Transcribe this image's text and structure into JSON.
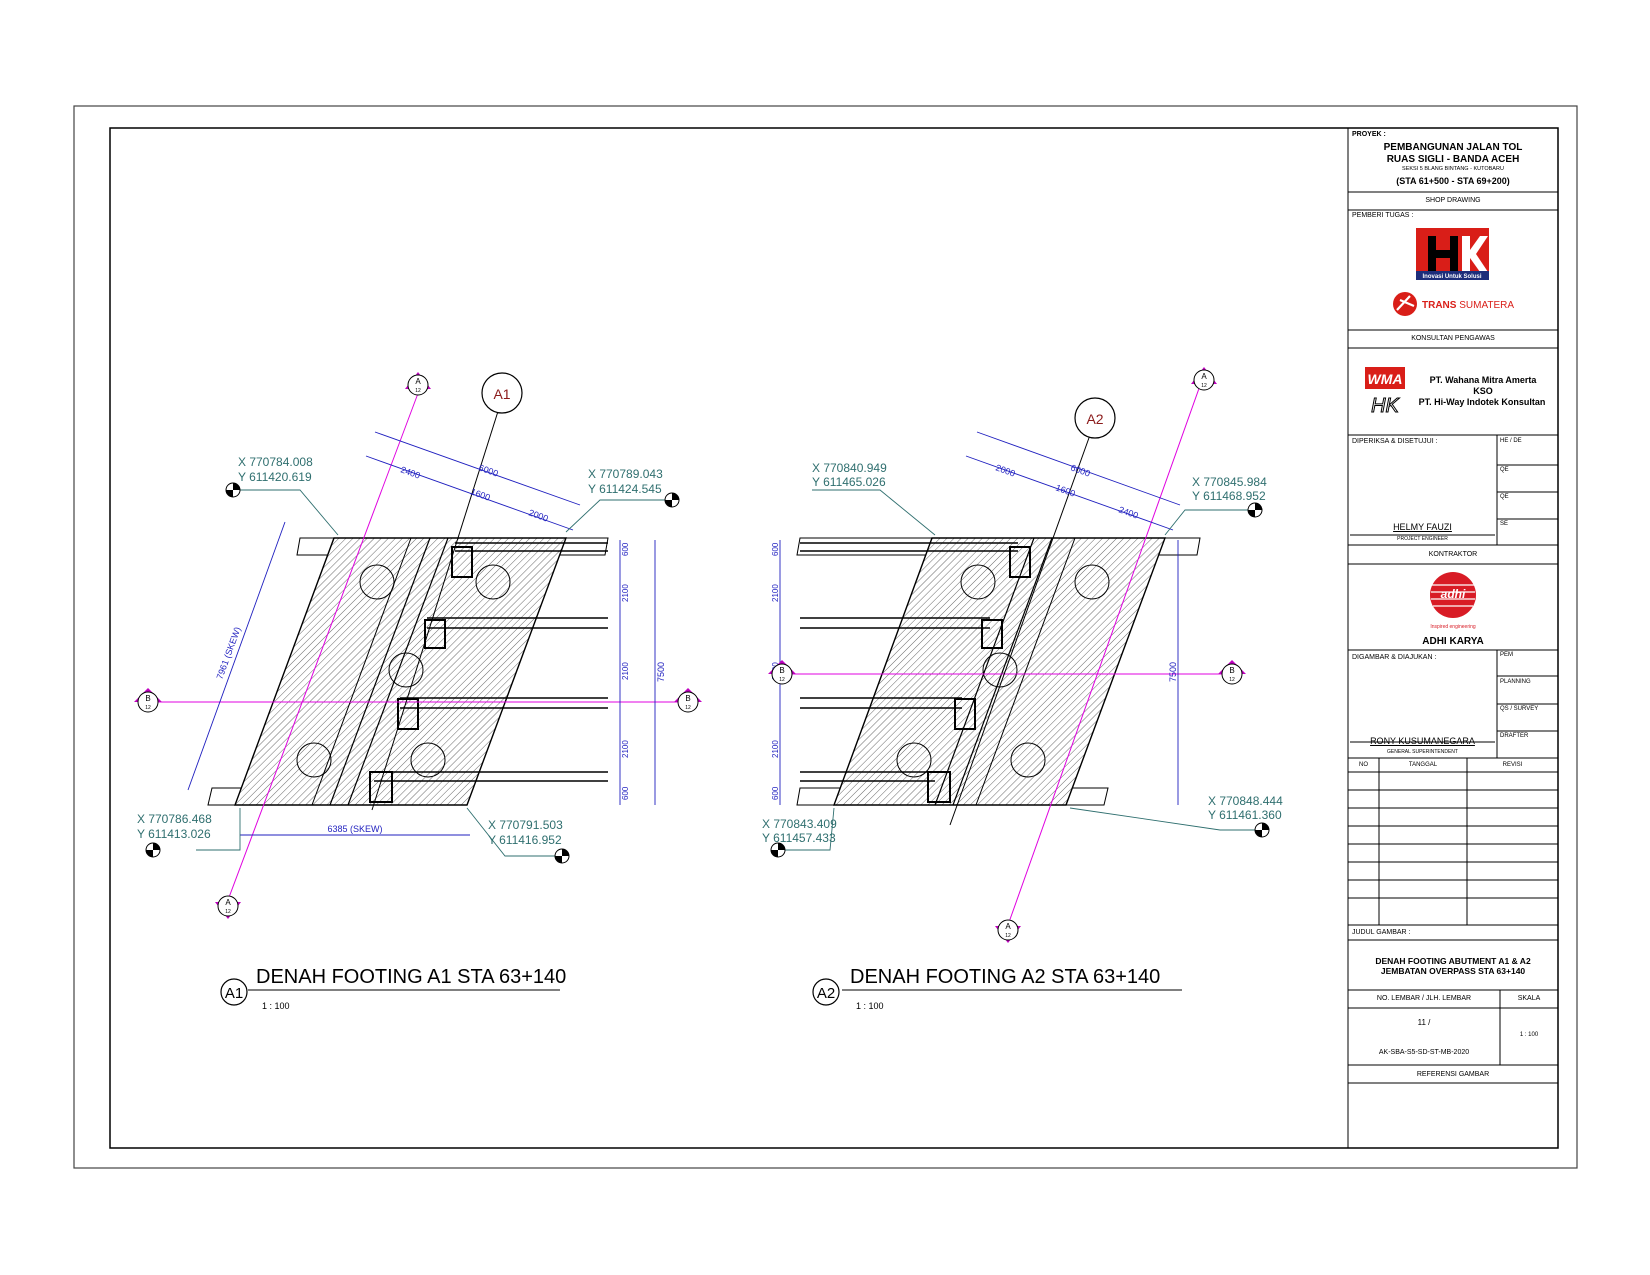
{
  "plans": [
    {
      "badge": "A1",
      "title": "DENAH FOOTING A1 STA 63+140",
      "scale": "1 : 100",
      "grid_label": "A1",
      "coords": [
        {
          "x": "X 770784.008",
          "y": "Y 611420.619"
        },
        {
          "x": "X 770789.043",
          "y": "Y 611424.545"
        },
        {
          "x": "X 770786.468",
          "y": "Y 611413.026"
        },
        {
          "x": "X 770791.503",
          "y": "Y 611416.952"
        }
      ],
      "dims_top": [
        "6000",
        "2400",
        "1600",
        "2000"
      ],
      "dims_side": [
        "600",
        "2100",
        "2100",
        "2100",
        "600"
      ],
      "dim_overall": "7500",
      "dim_skew_side": "7961 (SKEW)",
      "dim_skew_bottom": "6385 (SKEW)"
    },
    {
      "badge": "A2",
      "title": "DENAH FOOTING A2 STA 63+140",
      "scale": "1 : 100",
      "grid_label": "A2",
      "coords": [
        {
          "x": "X 770840.949",
          "y": "Y 611465.026"
        },
        {
          "x": "X 770845.984",
          "y": "Y 611468.952"
        },
        {
          "x": "X 770843.409",
          "y": "Y 611457.433"
        },
        {
          "x": "X 770848.444",
          "y": "Y 611461.360"
        }
      ],
      "dims_top": [
        "6000",
        "2000",
        "1600",
        "2400"
      ],
      "dims_side": [
        "600",
        "2100",
        "2100",
        "2100",
        "600"
      ],
      "dim_overall": "7500"
    }
  ],
  "section_marks": {
    "a_label": "A",
    "b_label": "B",
    "sheet_ref": "12"
  },
  "title_block": {
    "proyek_label": "PROYEK :",
    "project_line1": "PEMBANGUNAN JALAN TOL",
    "project_line2": "RUAS SIGLI - BANDA ACEH",
    "project_line3": "SEKSI 5 BLANG BINTANG - KUTOBARU",
    "project_line4": "(STA 61+500 - STA 69+200)",
    "shop_drawing": "SHOP DRAWING",
    "pemberi_tugas": "PEMBERI TUGAS :",
    "hk_tagline": "Inovasi Untuk Solusi",
    "trans_sumatera_bold": "TRANS",
    "trans_sumatera_rest": " SUMATERA",
    "konsultan_label": "KONSULTAN PENGAWAS",
    "konsultan_line1": "PT. Wahana Mitra Amerta",
    "konsultan_line2": "KSO",
    "konsultan_line3": "PT. Hi-Way Indotek Konsultan",
    "diperiksa_label": "DIPERIKSA & DISETUJUI :",
    "checker_roles": [
      "HE / DE",
      "QE",
      "QE",
      "SE"
    ],
    "signer1_name": "HELMY FAUZI",
    "signer1_role": "PROJECT ENGINEER",
    "kontraktor_label": "KONTRAKTOR",
    "adhi_tagline": "Inspired engineering",
    "adhi_name": "ADHI KARYA",
    "digambar_label": "DIGAMBAR & DIAJUKAN :",
    "drawer_roles": [
      "PEM",
      "PLANNING",
      "QS / SURVEY",
      "DRAFTER"
    ],
    "signer2_name": "RONY KUSUMANEGARA",
    "signer2_role": "GENERAL SUPERINTENDENT",
    "rev_headers": [
      "NO",
      "TANGGAL",
      "REVISI"
    ],
    "judul_label": "JUDUL GAMBAR :",
    "judul_line1": "DENAH FOOTING ABUTMENT A1 & A2",
    "judul_line2": "JEMBATAN OVERPASS STA 63+140",
    "no_lembar_label": "NO. LEMBAR / JLH. LEMBAR",
    "skala_label": "SKALA",
    "sheet_no": "11 /",
    "skala_value": "1 : 100",
    "doc_code": "AK-SBA-S5-SD-ST-MB-2020",
    "referensi_label": "REFERENSI GAMBAR"
  },
  "colors": {
    "dimension": "#1f1fbf",
    "coord_text": "#2f6f6f",
    "section_line": "#e000e0",
    "hk_red": "#d91e18",
    "adhi_red": "#d81b25",
    "grid_label": "#8b1a1a"
  }
}
